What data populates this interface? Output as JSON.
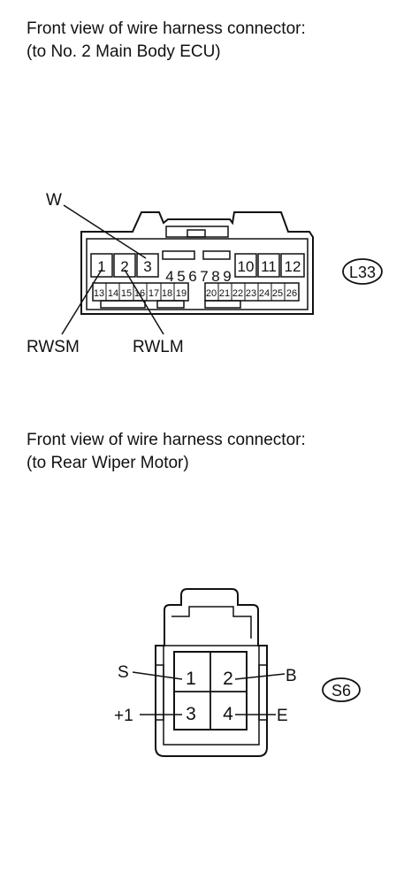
{
  "connector1": {
    "caption_line1": "Front view of wire harness connector:",
    "caption_line2": "(to No. 2 Main Body ECU)",
    "tag": "L33",
    "top_row_left": [
      "1",
      "2",
      "3"
    ],
    "top_row_mid": [
      "4",
      "5",
      "6",
      "7",
      "8",
      "9"
    ],
    "top_row_right": [
      "10",
      "11",
      "12"
    ],
    "bottom_row_left": [
      "13",
      "14",
      "15",
      "16",
      "17",
      "18",
      "19"
    ],
    "bottom_row_right": [
      "20",
      "21",
      "22",
      "23",
      "24",
      "25",
      "26"
    ],
    "labels": {
      "w": "W",
      "rwsm": "RWSM",
      "rwlm": "RWLM"
    }
  },
  "connector2": {
    "caption_line1": "Front view of wire harness connector:",
    "caption_line2": "(to Rear Wiper Motor)",
    "tag": "S6",
    "pins": [
      "1",
      "2",
      "3",
      "4"
    ],
    "labels": {
      "s": "S",
      "b": "B",
      "plus1": "+1",
      "e": "E"
    }
  }
}
